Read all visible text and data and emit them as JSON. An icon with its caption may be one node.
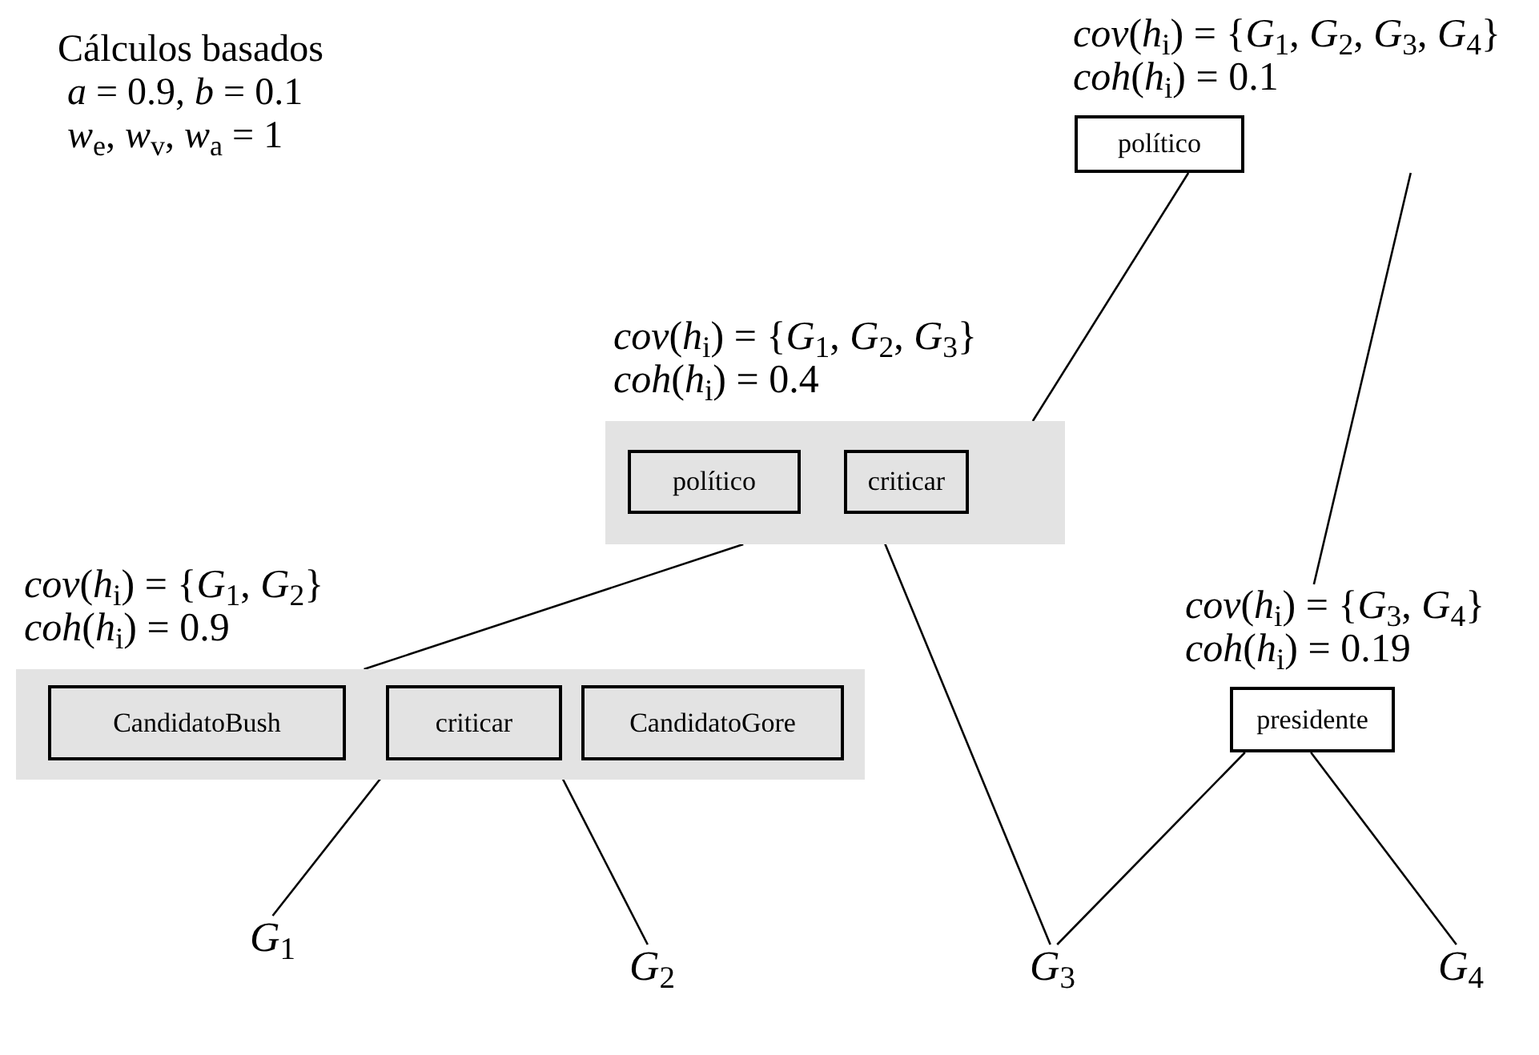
{
  "diagram": {
    "nodes": [
      {
        "text": [
          "*cov*(*h*$_{i}$) = {*G*$_{1}$, *G*$_{2}$, *G*$_{3}$, *G*$_{4}$}",
          "*coh*(*h*$_{i}$) = 0.1",
          "político"
        ]
      },
      {
        "text": [
          "*cov*(*h*$_{i}$) = {*G*$_{1}$, *G*$_{2}$, *G*$_{3}$}",
          "*coh*(*h*$_{i}$) = 0.4"
        ]
      },
      {
        "text": [
          "político"
        ],
        "in": 1
      },
      {
        "text": [
          "criticar"
        ],
        "in": 1
      },
      {
        "text": [
          "*cov*(*h*$_{i}$) = {*G*$_{1}$, *G*$_{2}$}",
          "*coh*(*h*$_{i}$) = 0.9"
        ]
      },
      {
        "text": [
          "CandidatoBush"
        ],
        "in": 4
      },
      {
        "text": [
          "criticar"
        ],
        "in": 4
      },
      {
        "text": [
          "CandidatoGore"
        ],
        "in": 4
      },
      {
        "text": [
          "*cov*(*h*$_{i}$) = {*G*$_{3}$, *G*$_{4}$}",
          "*coh*(*h*$_{i}$) = 0.19",
          "presidente"
        ]
      },
      {
        "text": [
          "*G*$_{1}$"
        ]
      },
      {
        "text": [
          "*G*$_{2}$"
        ]
      },
      {
        "text": [
          "*G*$_{3}$"
        ]
      },
      {
        "text": [
          "*G*$_{4}$"
        ]
      }
    ],
    "edges": [
      {
        "from": 0,
        "to": 1,
        "arrow": "none"
      },
      {
        "from": 0,
        "to": 8,
        "arrow": "none"
      },
      {
        "from": 1,
        "to": 4,
        "arrow": "none"
      },
      {
        "from": 3,
        "to": 11,
        "arrow": "none"
      },
      {
        "from": 6,
        "to": 9,
        "arrow": "none"
      },
      {
        "from": 6,
        "to": 10,
        "arrow": "none"
      },
      {
        "from": 8,
        "to": 11,
        "arrow": "none"
      },
      {
        "from": 8,
        "to": 12,
        "arrow": "none"
      }
    ],
    "labels": [
      "Cálculos basados",
      "*a* = 0.9, *b* = 0.1",
      "*w*$_{e}$, *w*$_{v}$, *w*$_{a}$ = 1"
    ]
  }
}
